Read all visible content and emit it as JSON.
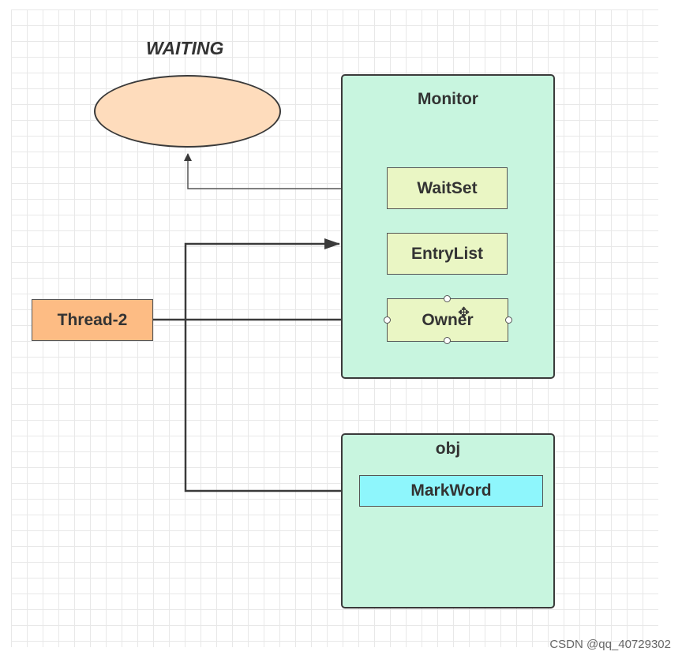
{
  "diagram": {
    "waiting_label": "WAITING",
    "monitor": {
      "title": "Monitor",
      "waitset": "WaitSet",
      "entrylist": "EntryList",
      "owner": "Owner"
    },
    "obj": {
      "title": "obj",
      "markword": "MarkWord"
    },
    "thread": "Thread-2"
  },
  "colors": {
    "ellipse_fill": "#fedcbc",
    "panel_fill": "#c8f5df",
    "field_fill": "#eaf6c4",
    "markword_fill": "#8ef6fc",
    "thread_fill": "#fdbc84",
    "line": "#3a3a3a"
  },
  "watermark": "CSDN @qq_40729302"
}
